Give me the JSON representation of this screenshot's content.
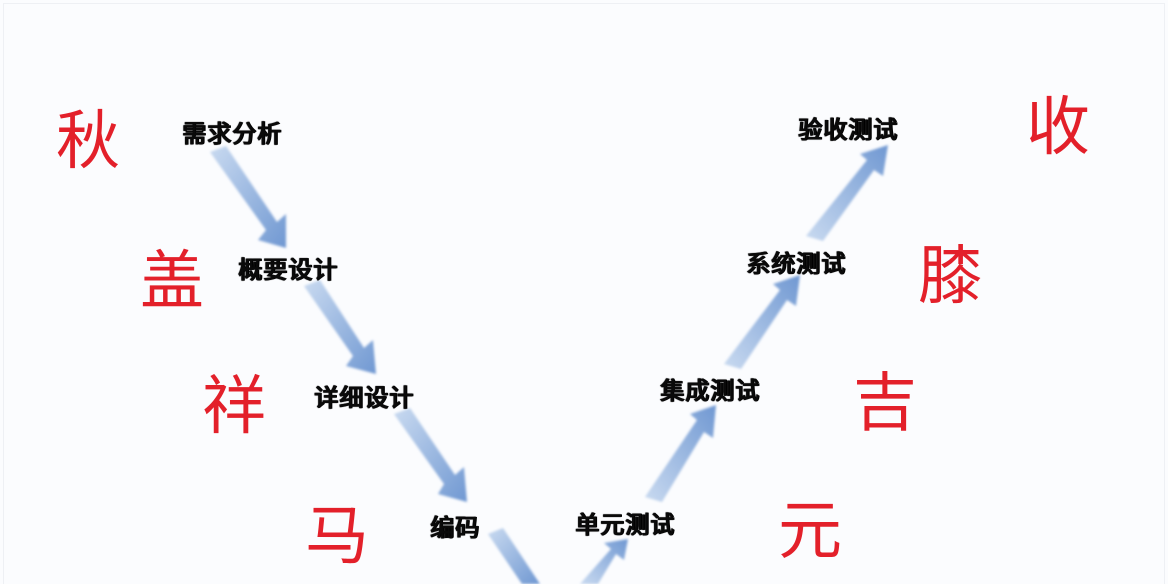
{
  "diagram": {
    "type": "V-model",
    "colors": {
      "arrow": "#7fa3d8",
      "arrow_light": "#c5d6ee",
      "step_text": "#0a0a0a",
      "annotation": "#e3202a",
      "background": "#fbfcfe"
    },
    "left_branch": [
      {
        "label": "需求分析"
      },
      {
        "label": "概要设计"
      },
      {
        "label": "详细设计"
      },
      {
        "label": "编码"
      }
    ],
    "right_branch": [
      {
        "label": "单元测试"
      },
      {
        "label": "集成测试"
      },
      {
        "label": "系统测试"
      },
      {
        "label": "验收测试"
      }
    ],
    "left_annotations": [
      "秋",
      "盖",
      "祥",
      "马"
    ],
    "right_annotations": [
      "收",
      "膝",
      "吉",
      "元"
    ]
  }
}
